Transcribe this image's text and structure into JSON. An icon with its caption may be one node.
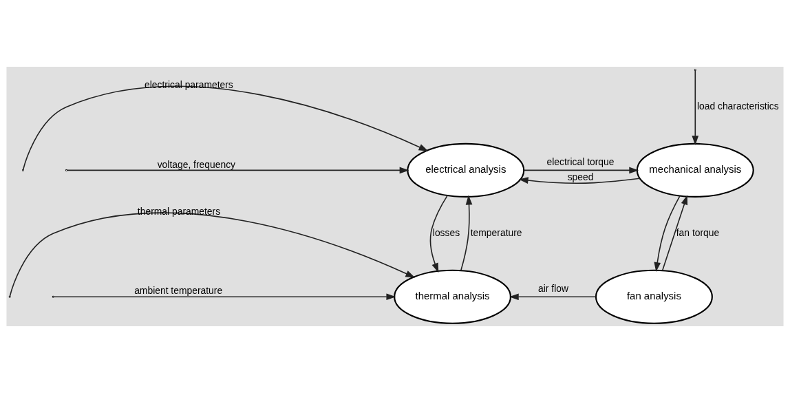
{
  "diagram": {
    "nodes": [
      {
        "text": [
          "electrical analysis"
        ]
      },
      {
        "text": [
          "mechanical analysis"
        ]
      },
      {
        "text": [
          "thermal analysis"
        ]
      },
      {
        "text": [
          "fan analysis"
        ]
      }
    ],
    "edges": [
      {
        "from": null,
        "to": 0,
        "arrow": "to",
        "label": "electrical parameters"
      },
      {
        "from": null,
        "to": 0,
        "arrow": "to",
        "label": "voltage, frequency"
      },
      {
        "from": null,
        "to": 1,
        "arrow": "to",
        "label": "load characteristics"
      },
      {
        "from": 0,
        "to": 1,
        "arrow": "to",
        "label": "electrical torque"
      },
      {
        "from": 1,
        "to": 0,
        "arrow": "to",
        "label": "speed"
      },
      {
        "from": 1,
        "to": 3,
        "arrow": "to"
      },
      {
        "from": 0,
        "to": 2,
        "arrow": "to",
        "label": "losses"
      },
      {
        "from": 2,
        "to": 0,
        "arrow": "to",
        "label": "temperature"
      },
      {
        "from": null,
        "to": 2,
        "arrow": "to",
        "label": "thermal parameters"
      },
      {
        "from": null,
        "to": 2,
        "arrow": "to",
        "label": "ambient temperature"
      },
      {
        "from": 3,
        "to": 2,
        "arrow": "to",
        "label": "air flow"
      },
      {
        "from": 3,
        "to": 1,
        "arrow": "to",
        "label": "fan torque"
      }
    ]
  }
}
